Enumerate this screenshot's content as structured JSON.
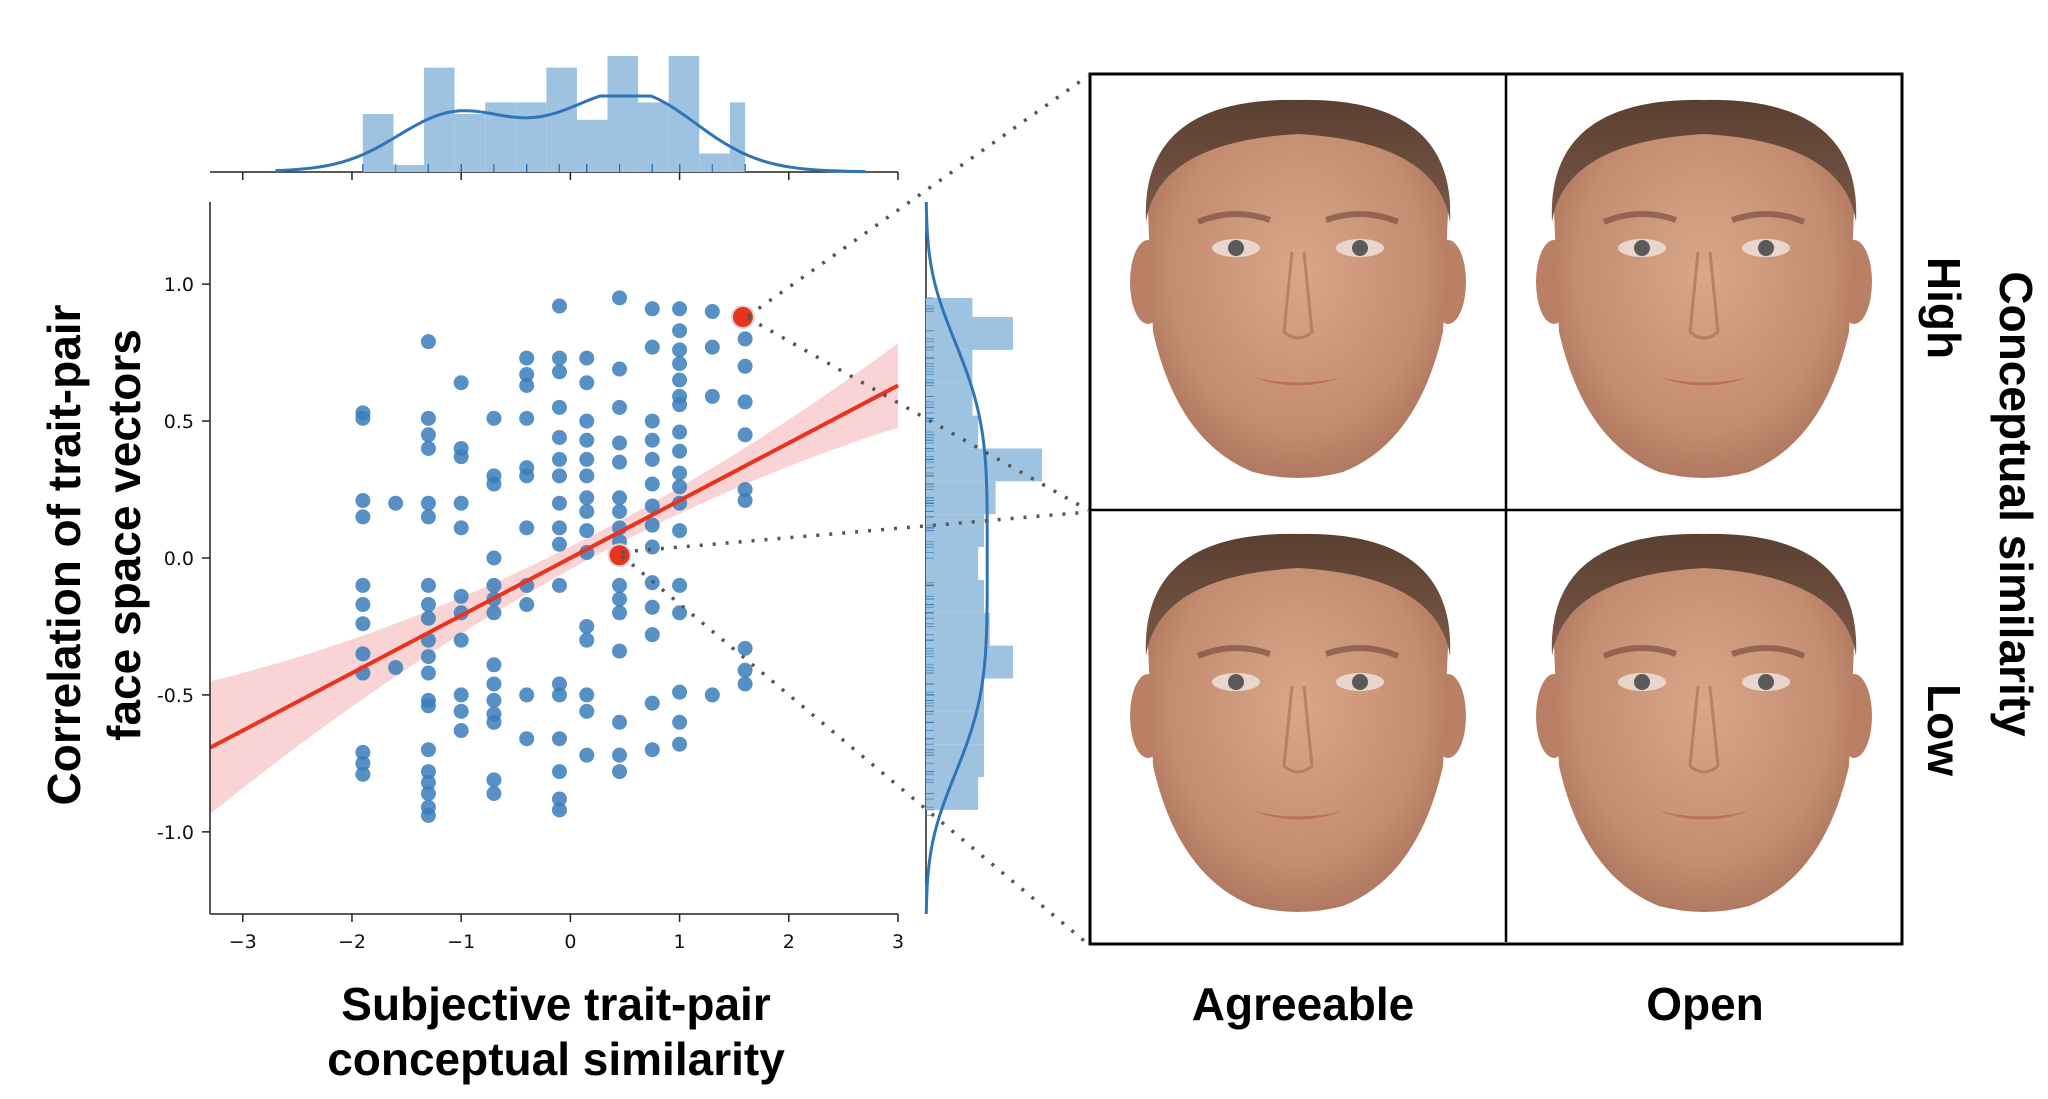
{
  "chart_data": {
    "type": "scatter",
    "xlabel_lines": [
      "Subjective trait-pair",
      "conceptual similarity"
    ],
    "ylabel_lines": [
      "Correlation of trait-pair",
      "face space vectors"
    ],
    "xlim": [
      -3.3,
      3.0
    ],
    "ylim": [
      -1.3,
      1.3
    ],
    "xticks": [
      -3,
      -2,
      -1,
      0,
      1,
      2,
      3
    ],
    "xtick_labels": [
      "−3",
      "−2",
      "−1",
      "0",
      "1",
      "2",
      "3"
    ],
    "yticks": [
      1.0,
      0.5,
      0.0,
      -0.5,
      -1.0
    ],
    "ytick_labels": [
      "1.0",
      "0.5",
      "0.0",
      "-0.5",
      "-1.0"
    ],
    "regression": {
      "slope": 0.21,
      "intercept": 0.0,
      "x_range": [
        -3.3,
        3.0
      ]
    },
    "point_color": "#3a7dbb",
    "highlight_color": "#e8331f",
    "line_color": "#e8331f",
    "band_color": "#f6b6b9",
    "hist_color": "#9ec3e0",
    "kde_color": "#2f74b5",
    "points": [
      {
        "x": -1.9,
        "y": 0.53
      },
      {
        "x": -1.9,
        "y": 0.51
      },
      {
        "x": -1.9,
        "y": 0.21
      },
      {
        "x": -1.9,
        "y": 0.15
      },
      {
        "x": -1.9,
        "y": -0.1
      },
      {
        "x": -1.9,
        "y": -0.17
      },
      {
        "x": -1.9,
        "y": -0.24
      },
      {
        "x": -1.9,
        "y": -0.35
      },
      {
        "x": -1.9,
        "y": -0.42
      },
      {
        "x": -1.9,
        "y": -0.71
      },
      {
        "x": -1.9,
        "y": -0.75
      },
      {
        "x": -1.9,
        "y": -0.79
      },
      {
        "x": -1.6,
        "y": 0.2
      },
      {
        "x": -1.6,
        "y": -0.4
      },
      {
        "x": -1.3,
        "y": 0.79
      },
      {
        "x": -1.3,
        "y": 0.51
      },
      {
        "x": -1.3,
        "y": 0.45
      },
      {
        "x": -1.3,
        "y": 0.4
      },
      {
        "x": -1.3,
        "y": 0.2
      },
      {
        "x": -1.3,
        "y": 0.15
      },
      {
        "x": -1.3,
        "y": -0.1
      },
      {
        "x": -1.3,
        "y": -0.17
      },
      {
        "x": -1.3,
        "y": -0.22
      },
      {
        "x": -1.3,
        "y": -0.3
      },
      {
        "x": -1.3,
        "y": -0.36
      },
      {
        "x": -1.3,
        "y": -0.42
      },
      {
        "x": -1.3,
        "y": -0.52
      },
      {
        "x": -1.3,
        "y": -0.54
      },
      {
        "x": -1.3,
        "y": -0.7
      },
      {
        "x": -1.3,
        "y": -0.78
      },
      {
        "x": -1.3,
        "y": -0.82
      },
      {
        "x": -1.3,
        "y": -0.86
      },
      {
        "x": -1.3,
        "y": -0.91
      },
      {
        "x": -1.3,
        "y": -0.94
      },
      {
        "x": -1.0,
        "y": 0.64
      },
      {
        "x": -1.0,
        "y": 0.4
      },
      {
        "x": -1.0,
        "y": 0.37
      },
      {
        "x": -1.0,
        "y": 0.2
      },
      {
        "x": -1.0,
        "y": 0.11
      },
      {
        "x": -1.0,
        "y": -0.14
      },
      {
        "x": -1.0,
        "y": -0.2
      },
      {
        "x": -1.0,
        "y": -0.3
      },
      {
        "x": -1.0,
        "y": -0.5
      },
      {
        "x": -1.0,
        "y": -0.56
      },
      {
        "x": -1.0,
        "y": -0.63
      },
      {
        "x": -0.7,
        "y": 0.51
      },
      {
        "x": -0.7,
        "y": 0.3
      },
      {
        "x": -0.7,
        "y": 0.27
      },
      {
        "x": -0.7,
        "y": 0.0
      },
      {
        "x": -0.7,
        "y": -0.1
      },
      {
        "x": -0.7,
        "y": -0.15
      },
      {
        "x": -0.7,
        "y": -0.2
      },
      {
        "x": -0.7,
        "y": -0.39
      },
      {
        "x": -0.7,
        "y": -0.46
      },
      {
        "x": -0.7,
        "y": -0.52
      },
      {
        "x": -0.7,
        "y": -0.57
      },
      {
        "x": -0.7,
        "y": -0.6
      },
      {
        "x": -0.7,
        "y": -0.81
      },
      {
        "x": -0.7,
        "y": -0.86
      },
      {
        "x": -0.4,
        "y": 0.73
      },
      {
        "x": -0.4,
        "y": 0.67
      },
      {
        "x": -0.4,
        "y": 0.63
      },
      {
        "x": -0.4,
        "y": 0.51
      },
      {
        "x": -0.4,
        "y": 0.33
      },
      {
        "x": -0.4,
        "y": 0.3
      },
      {
        "x": -0.4,
        "y": 0.11
      },
      {
        "x": -0.4,
        "y": -0.1
      },
      {
        "x": -0.4,
        "y": -0.17
      },
      {
        "x": -0.4,
        "y": -0.5
      },
      {
        "x": -0.4,
        "y": -0.66
      },
      {
        "x": -0.1,
        "y": 0.92
      },
      {
        "x": -0.1,
        "y": 0.73
      },
      {
        "x": -0.1,
        "y": 0.68
      },
      {
        "x": -0.1,
        "y": 0.55
      },
      {
        "x": -0.1,
        "y": 0.44
      },
      {
        "x": -0.1,
        "y": 0.36
      },
      {
        "x": -0.1,
        "y": 0.3
      },
      {
        "x": -0.1,
        "y": 0.2
      },
      {
        "x": -0.1,
        "y": 0.11
      },
      {
        "x": -0.1,
        "y": 0.05
      },
      {
        "x": -0.1,
        "y": -0.1
      },
      {
        "x": -0.1,
        "y": -0.46
      },
      {
        "x": -0.1,
        "y": -0.5
      },
      {
        "x": -0.1,
        "y": -0.66
      },
      {
        "x": -0.1,
        "y": -0.78
      },
      {
        "x": -0.1,
        "y": -0.88
      },
      {
        "x": -0.1,
        "y": -0.92
      },
      {
        "x": 0.15,
        "y": 0.73
      },
      {
        "x": 0.15,
        "y": 0.64
      },
      {
        "x": 0.15,
        "y": 0.5
      },
      {
        "x": 0.15,
        "y": 0.43
      },
      {
        "x": 0.15,
        "y": 0.36
      },
      {
        "x": 0.15,
        "y": 0.3
      },
      {
        "x": 0.15,
        "y": 0.22
      },
      {
        "x": 0.15,
        "y": 0.17
      },
      {
        "x": 0.15,
        "y": 0.1
      },
      {
        "x": 0.15,
        "y": 0.02
      },
      {
        "x": 0.15,
        "y": -0.25
      },
      {
        "x": 0.15,
        "y": -0.3
      },
      {
        "x": 0.15,
        "y": -0.5
      },
      {
        "x": 0.15,
        "y": -0.56
      },
      {
        "x": 0.15,
        "y": -0.72
      },
      {
        "x": 0.45,
        "y": 0.95
      },
      {
        "x": 0.45,
        "y": 0.69
      },
      {
        "x": 0.45,
        "y": 0.55
      },
      {
        "x": 0.45,
        "y": 0.42
      },
      {
        "x": 0.45,
        "y": 0.35
      },
      {
        "x": 0.45,
        "y": 0.22
      },
      {
        "x": 0.45,
        "y": 0.17
      },
      {
        "x": 0.45,
        "y": 0.11
      },
      {
        "x": 0.45,
        "y": 0.06
      },
      {
        "x": 0.45,
        "y": -0.1
      },
      {
        "x": 0.45,
        "y": -0.15
      },
      {
        "x": 0.45,
        "y": -0.2
      },
      {
        "x": 0.45,
        "y": -0.34
      },
      {
        "x": 0.45,
        "y": -0.6
      },
      {
        "x": 0.45,
        "y": -0.72
      },
      {
        "x": 0.45,
        "y": -0.78
      },
      {
        "x": 0.75,
        "y": 0.91
      },
      {
        "x": 0.75,
        "y": 0.77
      },
      {
        "x": 0.75,
        "y": 0.5
      },
      {
        "x": 0.75,
        "y": 0.43
      },
      {
        "x": 0.75,
        "y": 0.36
      },
      {
        "x": 0.75,
        "y": 0.27
      },
      {
        "x": 0.75,
        "y": 0.19
      },
      {
        "x": 0.75,
        "y": 0.12
      },
      {
        "x": 0.75,
        "y": 0.04
      },
      {
        "x": 0.75,
        "y": -0.09
      },
      {
        "x": 0.75,
        "y": -0.18
      },
      {
        "x": 0.75,
        "y": -0.28
      },
      {
        "x": 0.75,
        "y": -0.53
      },
      {
        "x": 0.75,
        "y": -0.7
      },
      {
        "x": 1.0,
        "y": 0.91
      },
      {
        "x": 1.0,
        "y": 0.83
      },
      {
        "x": 1.0,
        "y": 0.76
      },
      {
        "x": 1.0,
        "y": 0.71
      },
      {
        "x": 1.0,
        "y": 0.65
      },
      {
        "x": 1.0,
        "y": 0.59
      },
      {
        "x": 1.0,
        "y": 0.56
      },
      {
        "x": 1.0,
        "y": 0.46
      },
      {
        "x": 1.0,
        "y": 0.39
      },
      {
        "x": 1.0,
        "y": 0.31
      },
      {
        "x": 1.0,
        "y": 0.26
      },
      {
        "x": 1.0,
        "y": 0.2
      },
      {
        "x": 1.0,
        "y": 0.1
      },
      {
        "x": 1.0,
        "y": -0.1
      },
      {
        "x": 1.0,
        "y": -0.2
      },
      {
        "x": 1.0,
        "y": -0.49
      },
      {
        "x": 1.0,
        "y": -0.6
      },
      {
        "x": 1.0,
        "y": -0.68
      },
      {
        "x": 1.3,
        "y": 0.77
      },
      {
        "x": 1.3,
        "y": 0.59
      },
      {
        "x": 1.3,
        "y": 0.9
      },
      {
        "x": 1.3,
        "y": -0.5
      },
      {
        "x": 1.6,
        "y": 0.8
      },
      {
        "x": 1.6,
        "y": 0.7
      },
      {
        "x": 1.6,
        "y": 0.57
      },
      {
        "x": 1.6,
        "y": 0.45
      },
      {
        "x": 1.6,
        "y": 0.25
      },
      {
        "x": 1.6,
        "y": 0.21
      },
      {
        "x": 1.6,
        "y": -0.33
      },
      {
        "x": 1.6,
        "y": -0.41
      },
      {
        "x": 1.6,
        "y": -0.46
      }
    ],
    "highlighted_points": [
      {
        "x": 1.58,
        "y": 0.88
      },
      {
        "x": 0.45,
        "y": 0.01
      }
    ],
    "x_hist": {
      "edges": [
        -1.9,
        -1.62,
        -1.34,
        -1.06,
        -0.78,
        -0.5,
        -0.22,
        0.06,
        0.34,
        0.62,
        0.9,
        1.18,
        1.46,
        1.6
      ],
      "heights": [
        0.5,
        0.06,
        0.9,
        0.5,
        0.6,
        0.6,
        0.9,
        0.45,
        1.0,
        0.6,
        1.0,
        0.16,
        0.6
      ]
    },
    "y_hist": {
      "edges": [
        -0.92,
        -0.8,
        -0.68,
        -0.56,
        -0.44,
        -0.32,
        -0.2,
        -0.08,
        0.04,
        0.16,
        0.28,
        0.4,
        0.52,
        0.64,
        0.76,
        0.88,
        0.95
      ],
      "heights": [
        0.45,
        0.5,
        0.5,
        0.5,
        0.75,
        0.55,
        0.5,
        0.45,
        0.5,
        0.6,
        1.0,
        0.45,
        0.4,
        0.4,
        0.75,
        0.4
      ]
    }
  },
  "faces": {
    "columns": [
      "Agreeable",
      "Open"
    ],
    "rows": [
      "High",
      "Low"
    ],
    "row_axis_title": "Conceptual similarity"
  }
}
